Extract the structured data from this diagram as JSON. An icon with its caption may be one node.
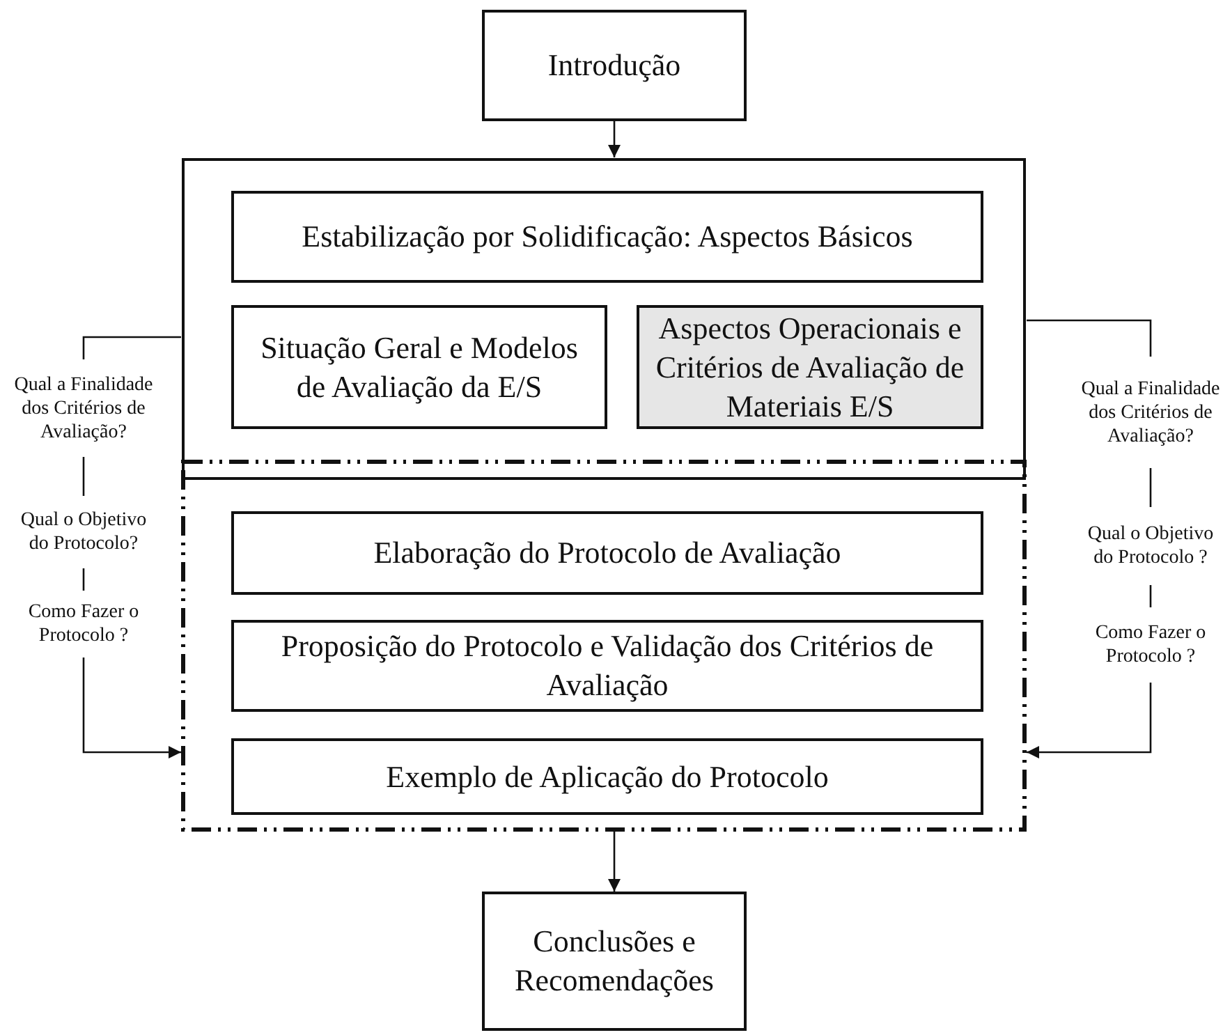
{
  "diagram": {
    "nodes": [
      {
        "text": [
          "Introdução"
        ]
      },
      {
        "text": [],
        "shape": "box"
      },
      {
        "text": [
          "Estabilização por Solidificação: Aspectos Básicos"
        ],
        "in": 1
      },
      {
        "text": [
          "Situação Geral e Modelos de Avaliação da E/S"
        ],
        "in": 1
      },
      {
        "text": [
          "Aspectos Operacionais e Critérios de Avaliação de Materiais E/S"
        ],
        "in": 1
      },
      {
        "text": [],
        "shape": "box"
      },
      {
        "text": [
          "Elaboração do Protocolo de Avaliação"
        ],
        "in": 5
      },
      {
        "text": [
          "Proposição do Protocolo e Validação dos Critérios de Avaliação"
        ],
        "in": 5
      },
      {
        "text": [
          "Exemplo de Aplicação do Protocolo"
        ],
        "in": 5
      },
      {
        "text": [
          "Conclusões e Recomendações"
        ]
      },
      {
        "text": [
          "Qual a Finalidade dos Critérios de Avaliação?"
        ]
      },
      {
        "text": [
          "Qual o Objetivo do Protocolo?"
        ]
      },
      {
        "text": [
          "Como Fazer o Protocolo ?"
        ]
      },
      {
        "text": [
          "Qual a Finalidade dos Critérios de Avaliação?"
        ]
      },
      {
        "text": [
          "Qual o Objetivo do Protocolo ?"
        ]
      },
      {
        "text": [
          "Como Fazer o Protocolo ?"
        ]
      }
    ],
    "edges": [
      {
        "from": 0,
        "to": 1,
        "arrow": "to"
      },
      {
        "from": 5,
        "to": 9,
        "arrow": "to"
      },
      {
        "from": 1,
        "to": 10,
        "arrow": "none"
      },
      {
        "from": 10,
        "to": 11,
        "arrow": "none"
      },
      {
        "from": 11,
        "to": 12,
        "arrow": "none"
      },
      {
        "from": 12,
        "to": 5,
        "arrow": "to"
      },
      {
        "from": 1,
        "to": 13,
        "arrow": "none"
      },
      {
        "from": 13,
        "to": 14,
        "arrow": "none"
      },
      {
        "from": 14,
        "to": 15,
        "arrow": "none"
      },
      {
        "from": 15,
        "to": 5,
        "arrow": "to"
      }
    ]
  }
}
